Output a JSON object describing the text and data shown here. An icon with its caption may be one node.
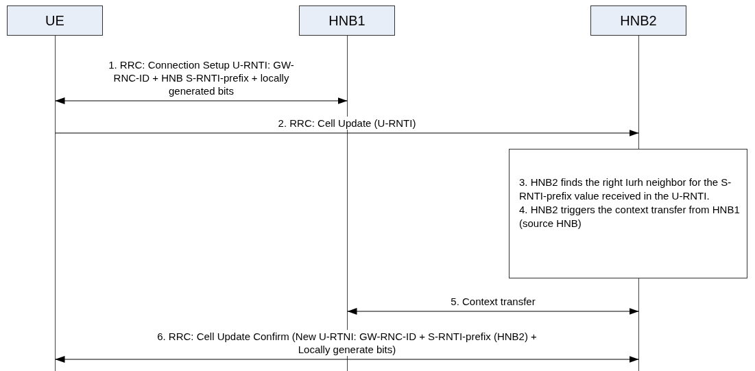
{
  "diagram": {
    "nodes": [
      {
        "text": [
          "UE"
        ]
      },
      {
        "text": [
          "HNB1"
        ]
      },
      {
        "text": [
          "HNB2"
        ]
      },
      {
        "text": [],
        "shape": "line"
      },
      {
        "text": [],
        "shape": "line"
      },
      {
        "text": [],
        "shape": "line"
      },
      {
        "text": [
          "3. HNB2 finds the right Iurh neighbor for the S-RNTI-prefix value received in the U-RNTI.",
          "4. HNB2 triggers the context transfer from HNB1 (source HNB)"
        ]
      }
    ],
    "edges": [
      {
        "from": 3,
        "to": 4,
        "arrow": "both",
        "label": "1. RRC: Connection Setup U-RNTI: GW-RNC-ID + HNB S-RNTI-prefix + locally generated bits"
      },
      {
        "from": 3,
        "to": 5,
        "arrow": "to",
        "label": "2. RRC: Cell Update (U-RNTI)"
      },
      {
        "from": 4,
        "to": 5,
        "arrow": "both",
        "label": "5. Context transfer"
      },
      {
        "from": 3,
        "to": 5,
        "arrow": "both",
        "label": "6. RRC: Cell Update Confirm (New U-RTNI: GW-RNC-ID + S-RNTI-prefix (HNB2) + Locally generate bits)"
      }
    ]
  }
}
